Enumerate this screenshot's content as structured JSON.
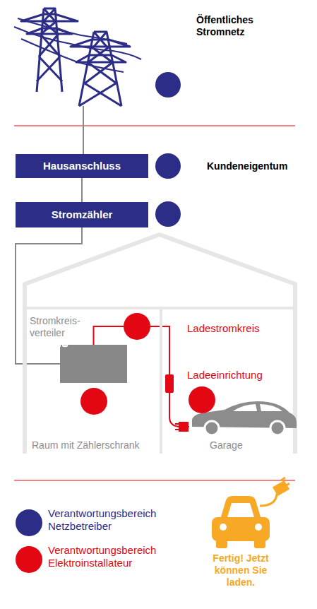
{
  "diagram": {
    "nodes": [
      {
        "text": [
          "Hausanschluss"
        ]
      },
      {
        "text": [
          "Stromzähler"
        ]
      },
      {
        "text": [
          "Stromkreis- verteiler"
        ]
      },
      {
        "text": [
          "Ladeeinrichtung"
        ]
      }
    ],
    "edges": [
      {
        "from": 0,
        "to": 1,
        "arrow": "none"
      },
      {
        "from": 1,
        "to": 2,
        "arrow": "none"
      },
      {
        "from": 2,
        "to": 3,
        "arrow": "none",
        "label": "Ladestromkreis"
      }
    ],
    "labels": [
      "Öffentliches Stromnetz",
      "Kundeneigentum",
      "Raum mit Zählerschrank",
      "Garage",
      "Fertig! Jetzt können Sie laden."
    ],
    "legend": [
      {
        "text": "Verantwortungsbereich Netzbetreiber",
        "color": "#2b2d86"
      },
      {
        "text": "Verantwortungsbereich Elektroinstallateur",
        "color": "#e30613"
      }
    ]
  }
}
